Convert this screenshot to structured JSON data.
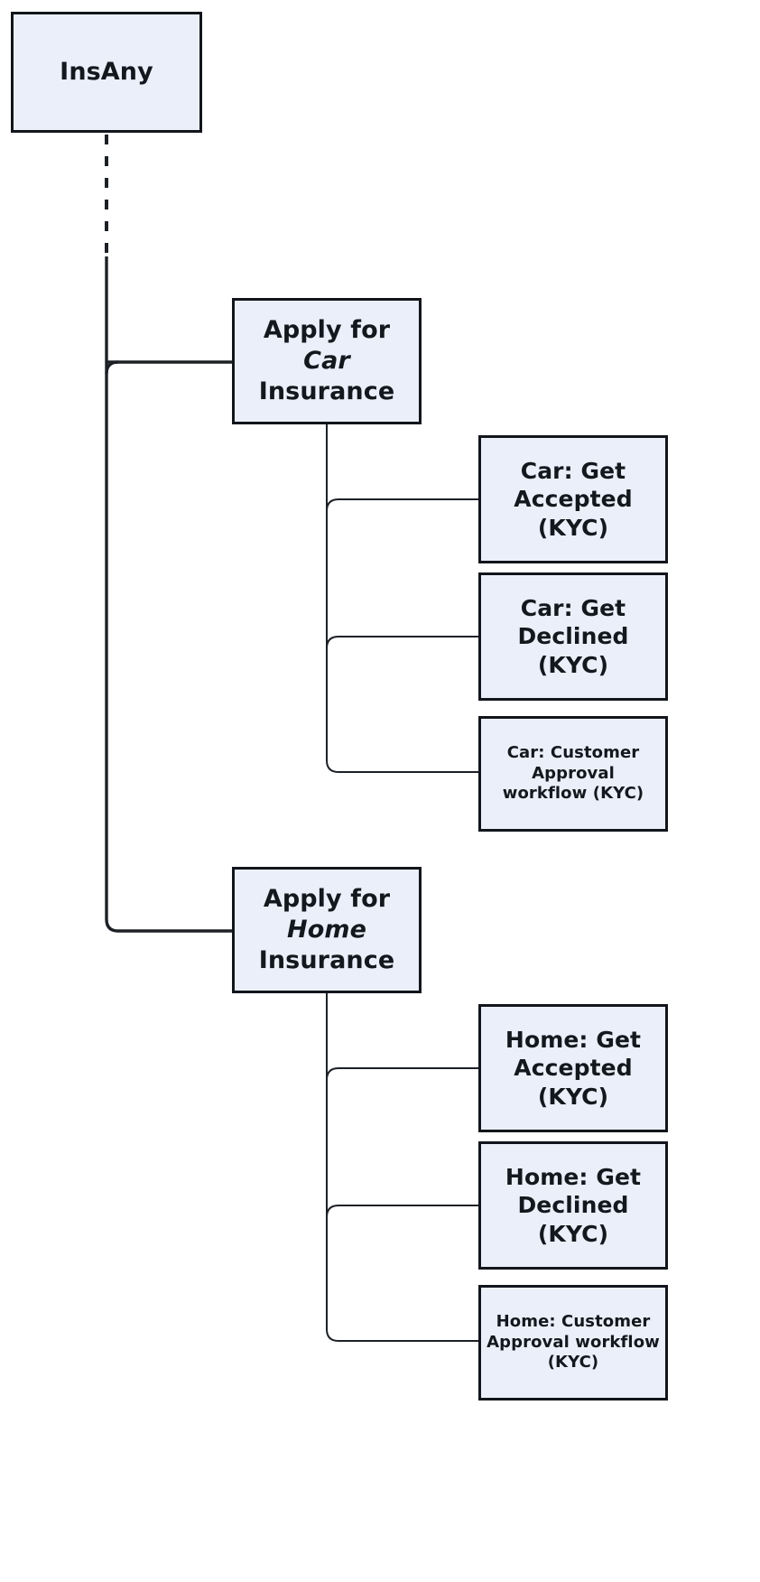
{
  "diagram": {
    "type": "tree",
    "title": "InsAny insurance application tree",
    "colors": {
      "node_fill": "#eaeff9",
      "node_border": "#12161c",
      "edge": "#1d2126",
      "background": "#ffffff",
      "text": "#14181e"
    },
    "edges": [
      {
        "from": "InsAny",
        "to": "Apply for Car Insurance",
        "style": "dashed-then-solid"
      },
      {
        "from": "InsAny",
        "to": "Apply for Home Insurance",
        "style": "dashed-then-solid"
      },
      {
        "from": "Apply for Car Insurance",
        "to": "Car: Get Accepted (KYC)",
        "style": "solid"
      },
      {
        "from": "Apply for Car Insurance",
        "to": "Car: Get Declined (KYC)",
        "style": "solid"
      },
      {
        "from": "Apply for Car Insurance",
        "to": "Car: Customer Approval workflow (KYC)",
        "style": "solid"
      },
      {
        "from": "Apply for Home Insurance",
        "to": "Home: Get Accepted (KYC)",
        "style": "solid"
      },
      {
        "from": "Apply for Home Insurance",
        "to": "Home: Get Declined (KYC)",
        "style": "solid"
      },
      {
        "from": "Apply for Home Insurance",
        "to": "Home: Customer Approval workflow (KYC)",
        "style": "solid"
      }
    ],
    "nodes": {
      "root": {
        "label": "InsAny"
      },
      "car": {
        "line1": "Apply for",
        "line2": "Car",
        "line3": "Insurance"
      },
      "home": {
        "line1": "Apply for",
        "line2": "Home",
        "line3": "Insurance"
      },
      "car_accepted": {
        "label": "Car: Get\nAccepted\n(KYC)"
      },
      "car_declined": {
        "label": "Car: Get\nDeclined\n(KYC)"
      },
      "car_approval": {
        "label": "Car: Customer\nApproval\nworkflow (KYC)"
      },
      "home_accepted": {
        "label": "Home: Get\nAccepted\n(KYC)"
      },
      "home_declined": {
        "label": "Home: Get\nDeclined\n(KYC)"
      },
      "home_approval": {
        "label": "Home: Customer\nApproval workflow\n(KYC)"
      }
    }
  }
}
